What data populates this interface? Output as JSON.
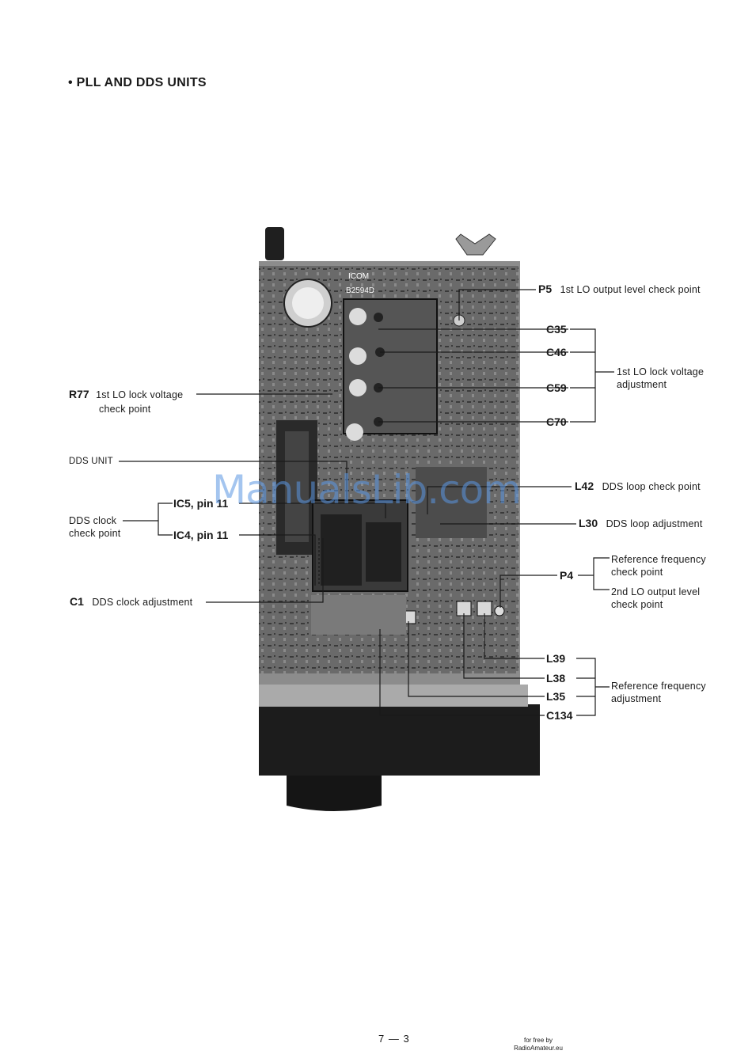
{
  "page": {
    "title": "• PLL AND DDS UNITS",
    "page_number": "7 — 3",
    "credit_line1": "for free by",
    "credit_line2": "RadioAmateur.eu",
    "watermark": "ManualsLib.com"
  },
  "board": {
    "marking1": "ICOM",
    "marking2": "B2594D"
  },
  "callouts": {
    "p5": {
      "ref": "P5",
      "text": "1st LO output level check point"
    },
    "c35": {
      "ref": "C35"
    },
    "c46": {
      "ref": "C46"
    },
    "c59": {
      "ref": "C59"
    },
    "c70": {
      "ref": "C70"
    },
    "lo_lock": {
      "line1": "1st LO lock voltage",
      "line2": "adjustment"
    },
    "r77": {
      "ref": "R77",
      "line1": "1st LO lock voltage",
      "line2": "check point"
    },
    "dds_unit": {
      "text": "DDS UNIT"
    },
    "ic5": {
      "ref": "IC5, pin 11"
    },
    "ic4": {
      "ref": "IC4, pin 11"
    },
    "dds_clock": {
      "line1": "DDS clock",
      "line2": "check point"
    },
    "c1": {
      "ref": "C1",
      "text": "DDS clock adjustment"
    },
    "l42": {
      "ref": "L42",
      "text": "DDS loop check point"
    },
    "l30": {
      "ref": "L30",
      "text": "DDS loop adjustment"
    },
    "p4": {
      "ref": "P4"
    },
    "ref_freq_cp": {
      "line1": "Reference frequency",
      "line2": "check point"
    },
    "lo2": {
      "line1": "2nd LO output level",
      "line2": "check point"
    },
    "l39": {
      "ref": "L39"
    },
    "l38": {
      "ref": "L38"
    },
    "l35": {
      "ref": "L35"
    },
    "c134": {
      "ref": "C134"
    },
    "ref_freq_adj": {
      "line1": "Reference frequency",
      "line2": "adjustment"
    }
  }
}
